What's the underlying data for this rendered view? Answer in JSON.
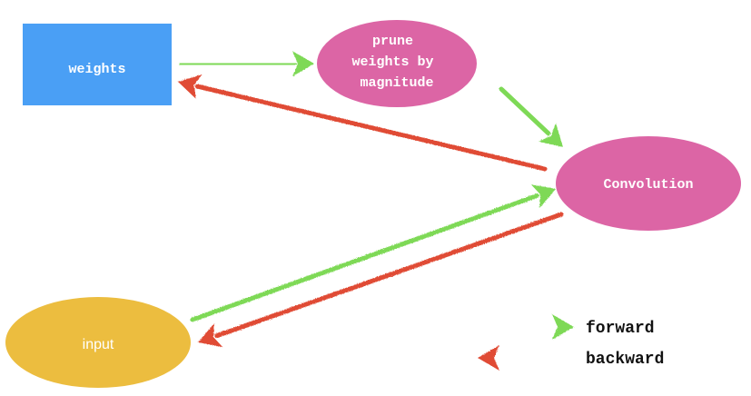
{
  "nodes": {
    "weights": {
      "label": "weights",
      "color": "#4a9ff5"
    },
    "prune": {
      "label_lines": [
        "prune",
        "weights by",
        "magnitude"
      ],
      "color": "#dc65a5"
    },
    "convolution": {
      "label": "Convolution",
      "color": "#dc65a5"
    },
    "input": {
      "label": "input",
      "color": "#ecbd3f"
    }
  },
  "edges": [
    {
      "from": "weights",
      "to": "prune",
      "kind": "forward"
    },
    {
      "from": "prune",
      "to": "convolution",
      "kind": "forward"
    },
    {
      "from": "convolution",
      "to": "weights",
      "kind": "backward"
    },
    {
      "from": "input",
      "to": "convolution",
      "kind": "forward"
    },
    {
      "from": "convolution",
      "to": "input",
      "kind": "backward"
    }
  ],
  "legend": {
    "forward": {
      "label": "forward",
      "color": "#7ed957"
    },
    "backward": {
      "label": "backward",
      "color": "#e04b35"
    }
  },
  "text_color": "#ffffff",
  "legend_text_color": "#111111"
}
